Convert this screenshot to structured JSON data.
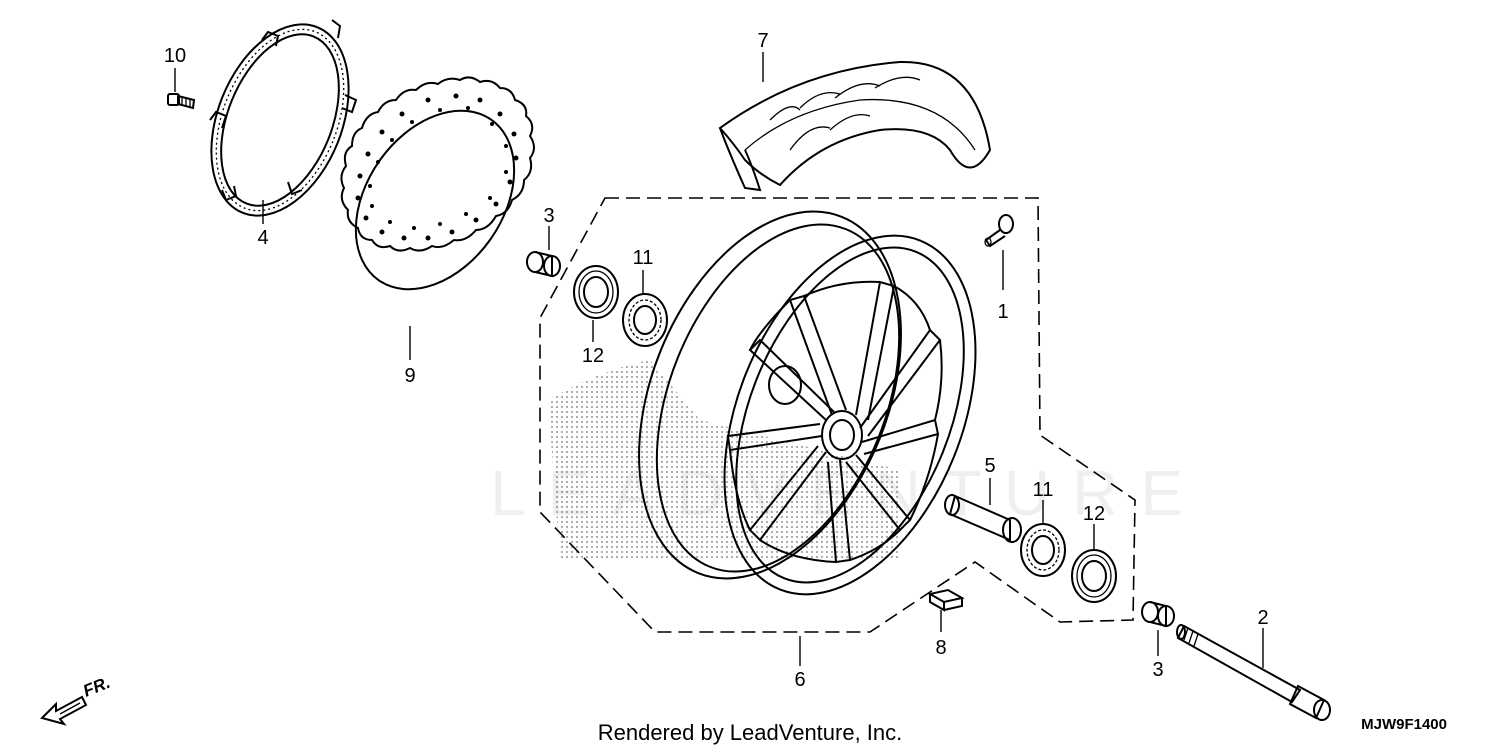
{
  "callouts": [
    {
      "id": "part-1-label",
      "text": "1"
    },
    {
      "id": "part-2-label",
      "text": "2"
    },
    {
      "id": "part-3a-label",
      "text": "3"
    },
    {
      "id": "part-3b-label",
      "text": "3"
    },
    {
      "id": "part-4-label",
      "text": "4"
    },
    {
      "id": "part-5-label",
      "text": "5"
    },
    {
      "id": "part-6-label",
      "text": "6"
    },
    {
      "id": "part-7-label",
      "text": "7"
    },
    {
      "id": "part-8-label",
      "text": "8"
    },
    {
      "id": "part-9-label",
      "text": "9"
    },
    {
      "id": "part-10-label",
      "text": "10"
    },
    {
      "id": "part-11a-label",
      "text": "11"
    },
    {
      "id": "part-11b-label",
      "text": "11"
    },
    {
      "id": "part-12a-label",
      "text": "12"
    },
    {
      "id": "part-12b-label",
      "text": "12"
    }
  ],
  "footer": {
    "credit": "Rendered by LeadVenture, Inc.",
    "diagram_code": "MJW9F1400",
    "direction_label": "FR.",
    "watermark": "LEADVENTURE"
  },
  "icons": {
    "direction_arrow": "front-direction-arrow-icon"
  }
}
